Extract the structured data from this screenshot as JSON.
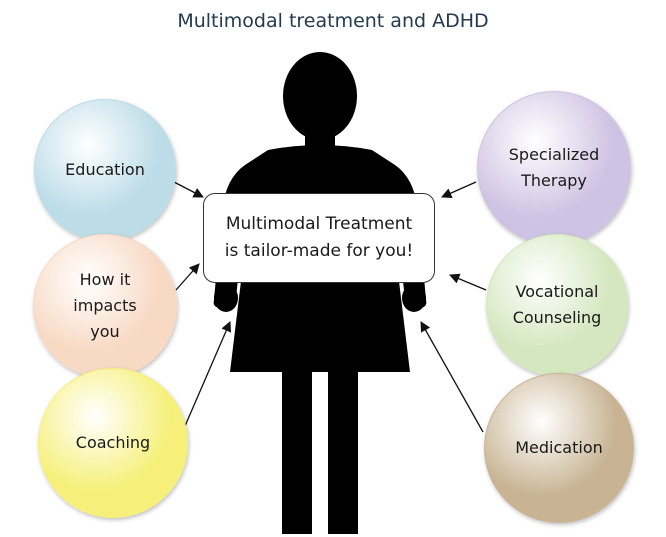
{
  "title": "Multimodal treatment and ADHD",
  "center": {
    "text": "Multimodal Treatment\nis tailor-made for you!"
  },
  "bubbles": {
    "education": {
      "label": "Education",
      "color": "#bcdce8"
    },
    "impacts": {
      "label": "How it\nimpacts\nyou",
      "color": "#f8d9c4"
    },
    "coaching": {
      "label": "Coaching",
      "color": "#f6f07a"
    },
    "therapy": {
      "label": "Specialized\nTherapy",
      "color": "#cfc3e3"
    },
    "vocational": {
      "label": "Vocational\nCounseling",
      "color": "#d4e7bf"
    },
    "medication": {
      "label": "Medication",
      "color": "#c8b493"
    }
  },
  "colors": {
    "silhouette": "#000000",
    "arrow": "#111111",
    "title": "#243a4e"
  }
}
